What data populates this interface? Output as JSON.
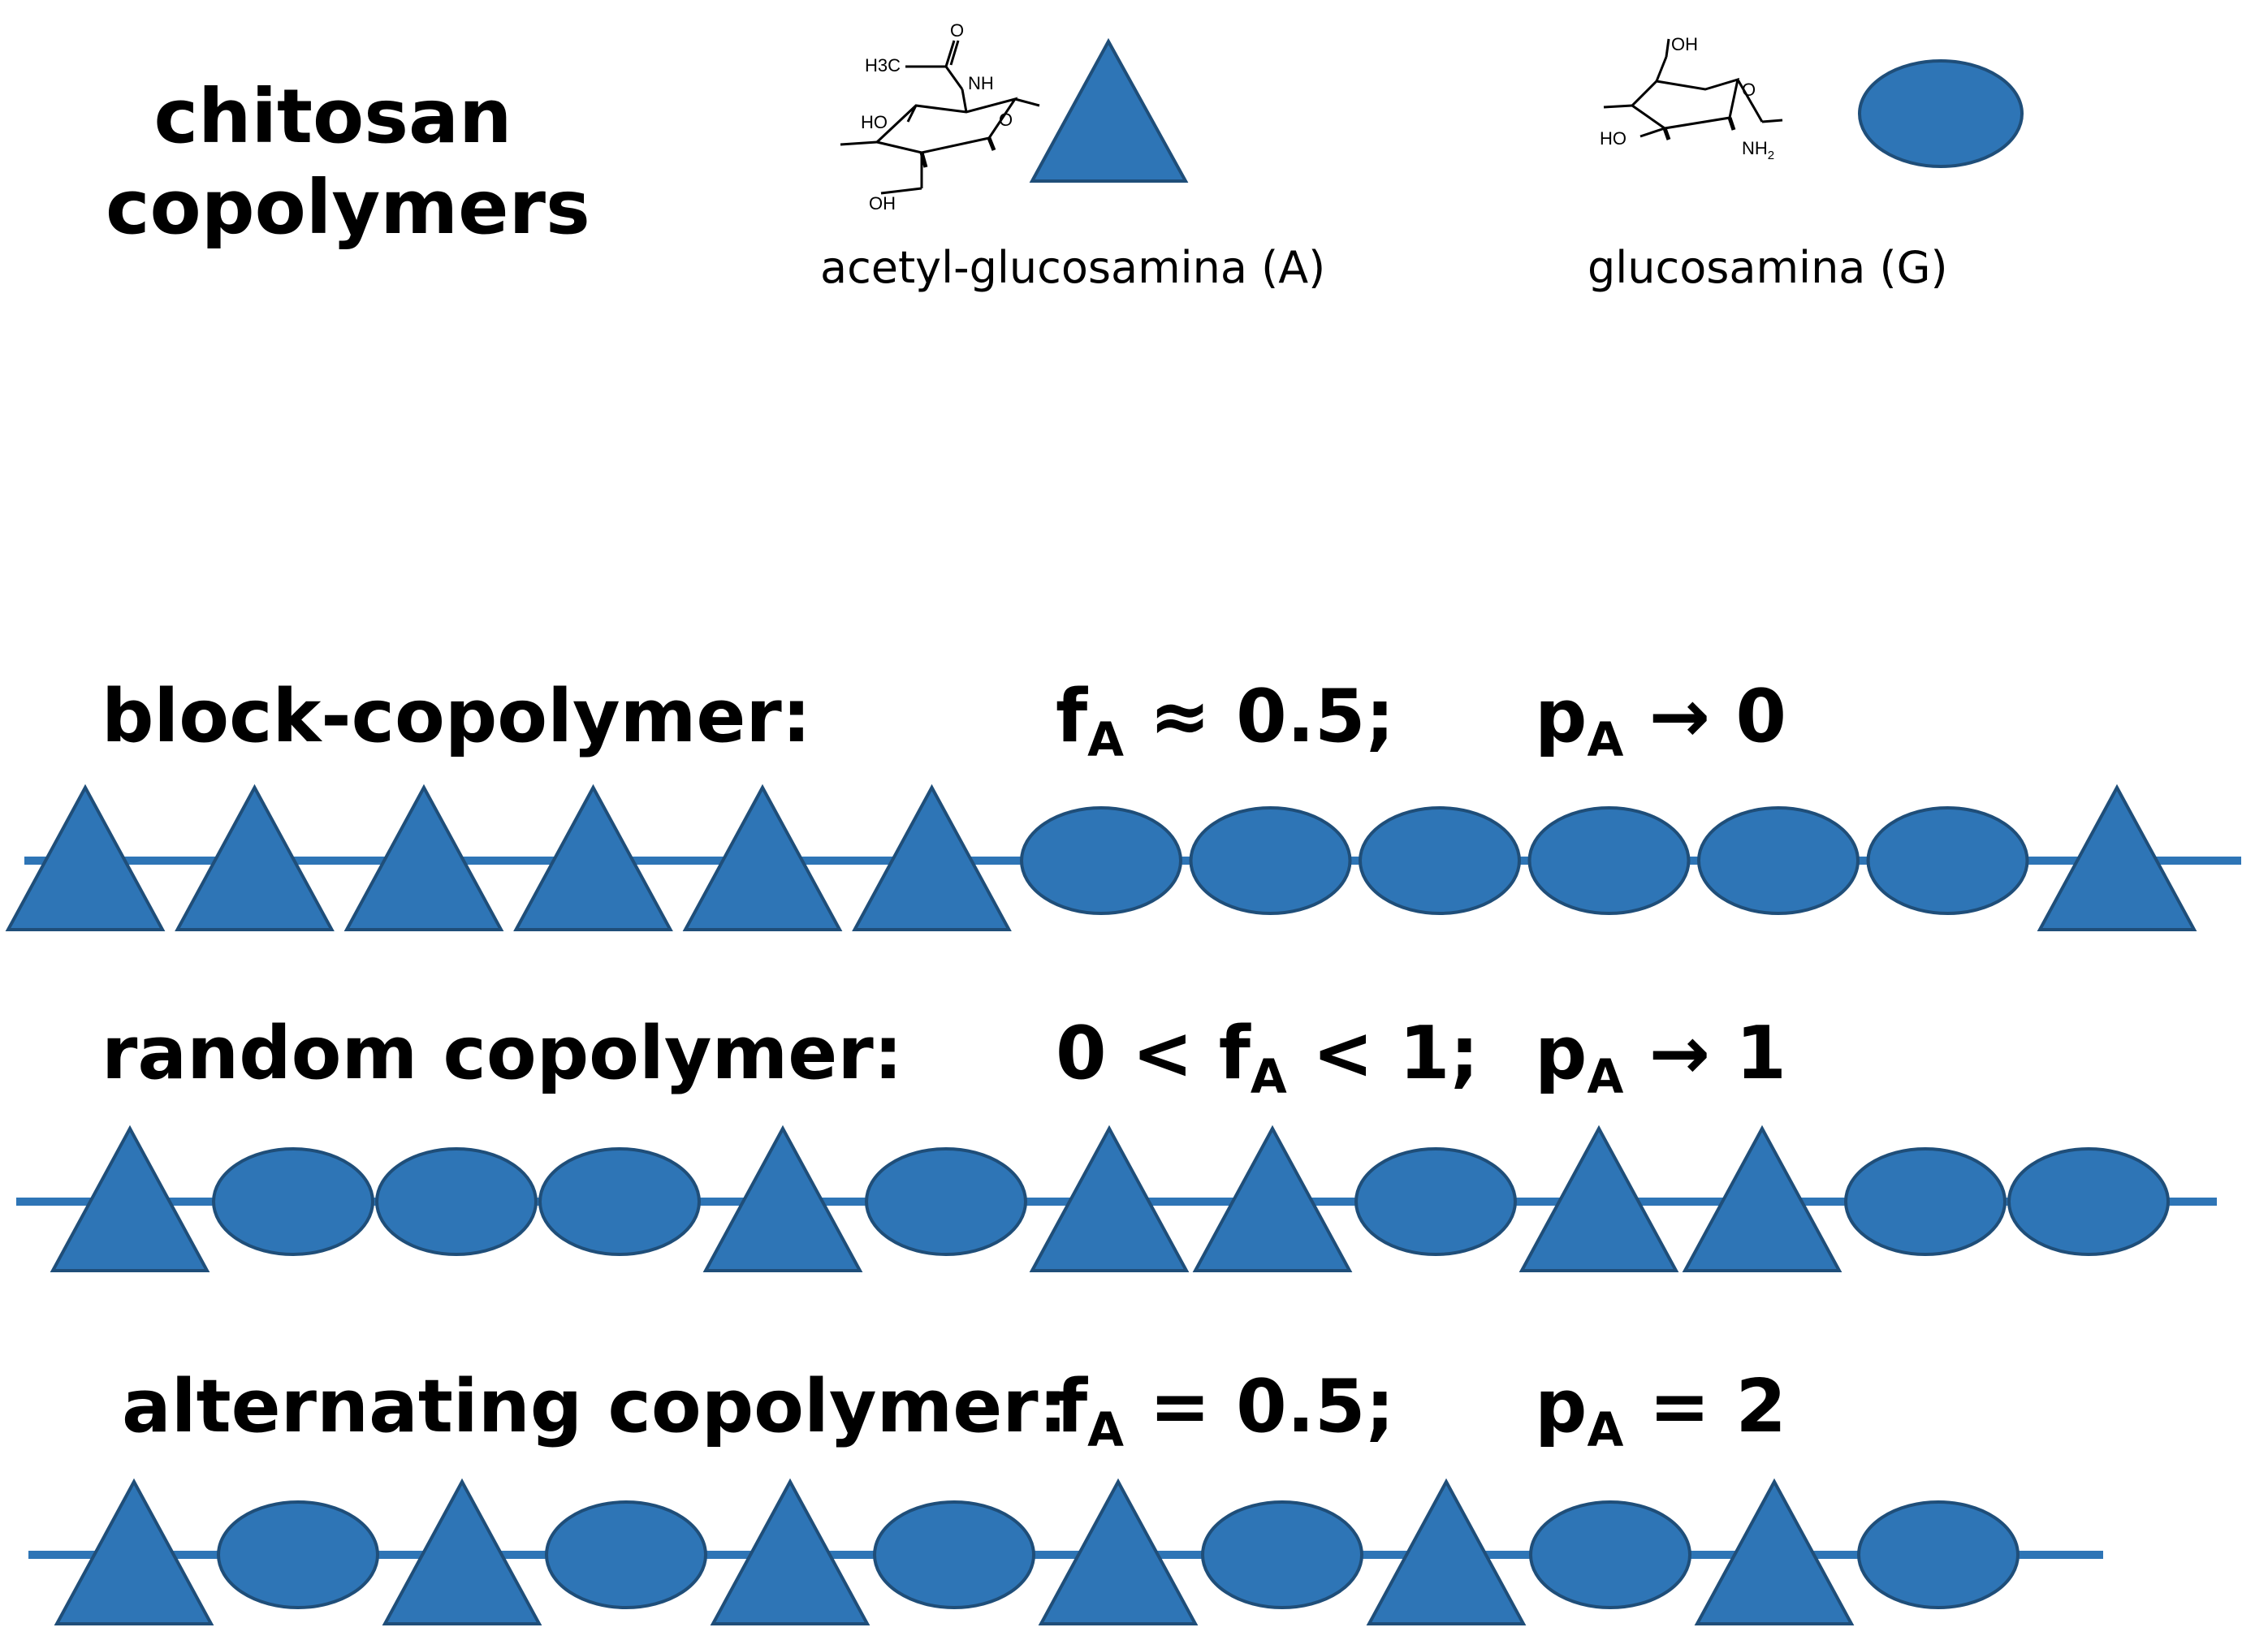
{
  "title": {
    "line1": "chitosan",
    "line2": "copolymers"
  },
  "colors": {
    "unit_fill": "#2e75b6",
    "unit_stroke": "#1f4e79",
    "backbone": "#2e75b6"
  },
  "legend": [
    {
      "id": "A",
      "label": "acetyl-glucosamina (A)",
      "shape": "triangle"
    },
    {
      "id": "G",
      "label": "glucosamina (G)",
      "shape": "ellipse"
    }
  ],
  "structure_A": {
    "methyl": "H3C",
    "nh": "NH",
    "ho": "HO",
    "oh": "OH",
    "o_ring": "O",
    "o_ketone": "O"
  },
  "structure_G": {
    "oh_top": "OH",
    "ho": "HO",
    "o_ring": "O",
    "nh2": "NH2"
  },
  "rows": [
    {
      "label": "block-copolymer:",
      "f_prefix": "",
      "f_symbol": "f",
      "f_sub": "A",
      "f_rest": " ≈ 0.5;",
      "p_symbol": "p",
      "p_sub": "A",
      "p_rest": " → 0",
      "sequence": [
        "A",
        "A",
        "A",
        "A",
        "A",
        "A",
        "G",
        "G",
        "G",
        "G",
        "G",
        "G",
        "A"
      ]
    },
    {
      "label": "random copolymer:",
      "f_prefix": "0 < ",
      "f_symbol": "f",
      "f_sub": "A",
      "f_rest": " < 1;",
      "p_symbol": "p",
      "p_sub": "A",
      "p_rest": " → 1",
      "sequence": [
        "A",
        "G",
        "G",
        "G",
        "A",
        "G",
        "A",
        "A",
        "G",
        "A",
        "A",
        "G",
        "G"
      ]
    },
    {
      "label": "alternating copolymer:",
      "f_prefix": "",
      "f_symbol": "f",
      "f_sub": "A",
      "f_rest": " = 0.5;",
      "p_symbol": "p",
      "p_sub": "A",
      "p_rest": " = 2",
      "sequence": [
        "A",
        "G",
        "A",
        "G",
        "A",
        "G",
        "A",
        "G",
        "A",
        "G",
        "A",
        "G"
      ]
    }
  ]
}
